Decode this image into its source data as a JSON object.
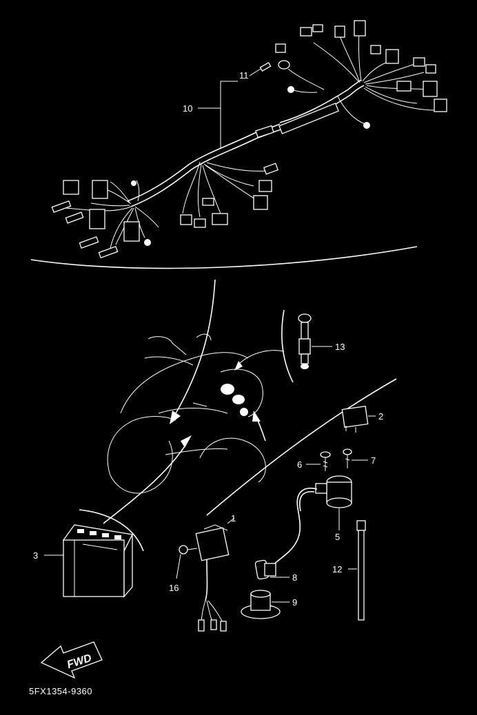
{
  "diagram": {
    "catalog_code": "5FX1354-9360",
    "fwd_label": "FWD",
    "colors": {
      "background": "#000000",
      "line": "#ffffff"
    },
    "callouts": [
      {
        "id": "c1",
        "text": "1"
      },
      {
        "id": "c2",
        "text": "2"
      },
      {
        "id": "c3",
        "text": "3"
      },
      {
        "id": "c5",
        "text": "5"
      },
      {
        "id": "c6",
        "text": "6"
      },
      {
        "id": "c7",
        "text": "7"
      },
      {
        "id": "c8",
        "text": "8"
      },
      {
        "id": "c9",
        "text": "9"
      },
      {
        "id": "c10",
        "text": "10"
      },
      {
        "id": "c11",
        "text": "11"
      },
      {
        "id": "c12",
        "text": "12"
      },
      {
        "id": "c13",
        "text": "13"
      },
      {
        "id": "c16",
        "text": "16"
      }
    ]
  }
}
